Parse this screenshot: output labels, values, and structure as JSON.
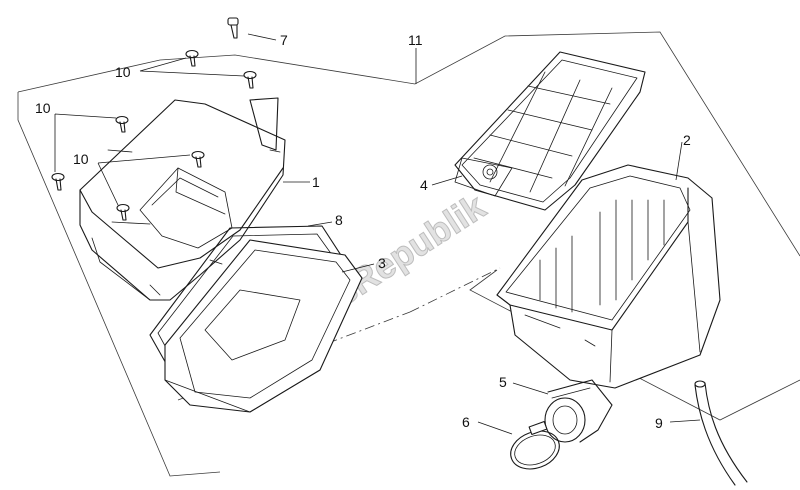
{
  "watermark": "PartsRepublik",
  "callouts": [
    {
      "id": "c1",
      "label": "1"
    },
    {
      "id": "c2",
      "label": "2"
    },
    {
      "id": "c3",
      "label": "3"
    },
    {
      "id": "c4",
      "label": "4"
    },
    {
      "id": "c5",
      "label": "5"
    },
    {
      "id": "c6",
      "label": "6"
    },
    {
      "id": "c7",
      "label": "7"
    },
    {
      "id": "c8",
      "label": "8"
    },
    {
      "id": "c9",
      "label": "9"
    },
    {
      "id": "c10a",
      "label": "10"
    },
    {
      "id": "c10b",
      "label": "10"
    },
    {
      "id": "c10c",
      "label": "10"
    },
    {
      "id": "c11",
      "label": "11"
    }
  ]
}
